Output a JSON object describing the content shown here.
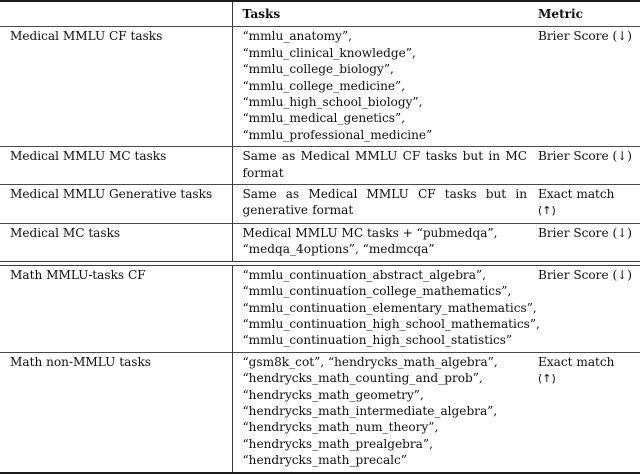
{
  "table": {
    "columns": [
      {
        "key": "group",
        "header": ""
      },
      {
        "key": "tasks",
        "header": "Tasks"
      },
      {
        "key": "metric",
        "header": "Metric"
      }
    ],
    "metric_labels": {
      "brier": "Brier Score (↓)",
      "exact_word1": "Exact",
      "exact_word2": "match",
      "exact_arrow": "(↑)"
    },
    "sections": [
      {
        "name": "medical",
        "rows": [
          {
            "label": "Medical MMLU CF tasks",
            "tasks_lines": [
              "“mmlu_anatomy”,",
              "“mmlu_clinical_knowledge”,",
              "“mmlu_college_biology”,",
              "“mmlu_college_medicine”,",
              "“mmlu_high_school_biology”,",
              "“mmlu_medical_genetics”,",
              "“mmlu_professional_medicine”"
            ],
            "metric": "Brier Score (↓)"
          },
          {
            "label": "Medical MMLU MC tasks",
            "tasks_text": "Same as Medical MMLU CF tasks but in MC format",
            "metric": "Brier Score (↓)"
          },
          {
            "label": "Medical MMLU Generative tasks",
            "tasks_text": "Same as Medical MMLU CF tasks but in generative format",
            "metric_exact": true
          },
          {
            "label": "Medical MC tasks",
            "tasks_lines": [
              "Medical MMLU MC tasks + “pubmedqa”,",
              "“medqa_4options”, “medmcqa”"
            ],
            "metric": "Brier Score (↓)"
          }
        ]
      },
      {
        "name": "math",
        "rows": [
          {
            "label": "Math MMLU-tasks CF",
            "tasks_lines": [
              "“mmlu_continuation_abstract_algebra”,",
              "“mmlu_continuation_college_mathematics”,",
              "“mmlu_continuation_elementary_mathematics”,",
              "“mmlu_continuation_high_school_mathematics”,",
              "“mmlu_continuation_high_school_statistics”"
            ],
            "metric": "Brier Score (↓)"
          },
          {
            "label": "Math non-MMLU tasks",
            "tasks_lines": [
              "“gsm8k_cot”, “hendrycks_math_algebra”,",
              "“hendrycks_math_counting_and_prob”,",
              "“hendrycks_math_geometry”,",
              "“hendrycks_math_intermediate_algebra”,",
              "“hendrycks_math_num_theory”,",
              "“hendrycks_math_prealgebra”,",
              "“hendrycks_math_precalc”"
            ],
            "metric_exact": true
          }
        ]
      }
    ]
  }
}
